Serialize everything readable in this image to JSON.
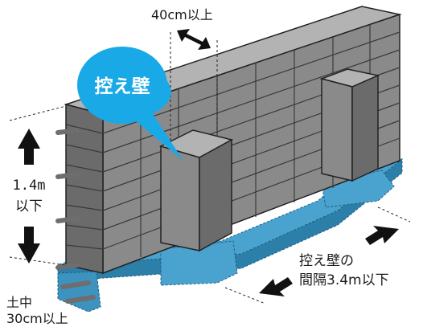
{
  "labels": {
    "buttress_bubble": "控え壁",
    "buttress_width": "40cm以上",
    "wall_height_value": "1.4m",
    "wall_height_limit": "以下",
    "buttress_spacing_line1": "控え壁の",
    "buttress_spacing_line2": "間隔3.4m以下",
    "embed_line1": "土中",
    "embed_line2": "30cm以上"
  },
  "colors": {
    "block_face": "#8a8a8a",
    "block_top": "#b3b3b3",
    "block_side": "#6b6b6b",
    "mortar": "#3a3a3a",
    "foundation": "#4aa3cf",
    "foundation_dark": "#2b7fa8",
    "rebar": "#6e6e6e",
    "bubble": "#19a9e6",
    "outline": "#222222",
    "arrow": "#111111"
  },
  "icons": [
    "arrow-up-icon",
    "arrow-down-icon",
    "double-arrow-icon",
    "arrow-left-icon",
    "arrow-right-icon",
    "speech-bubble-icon"
  ]
}
